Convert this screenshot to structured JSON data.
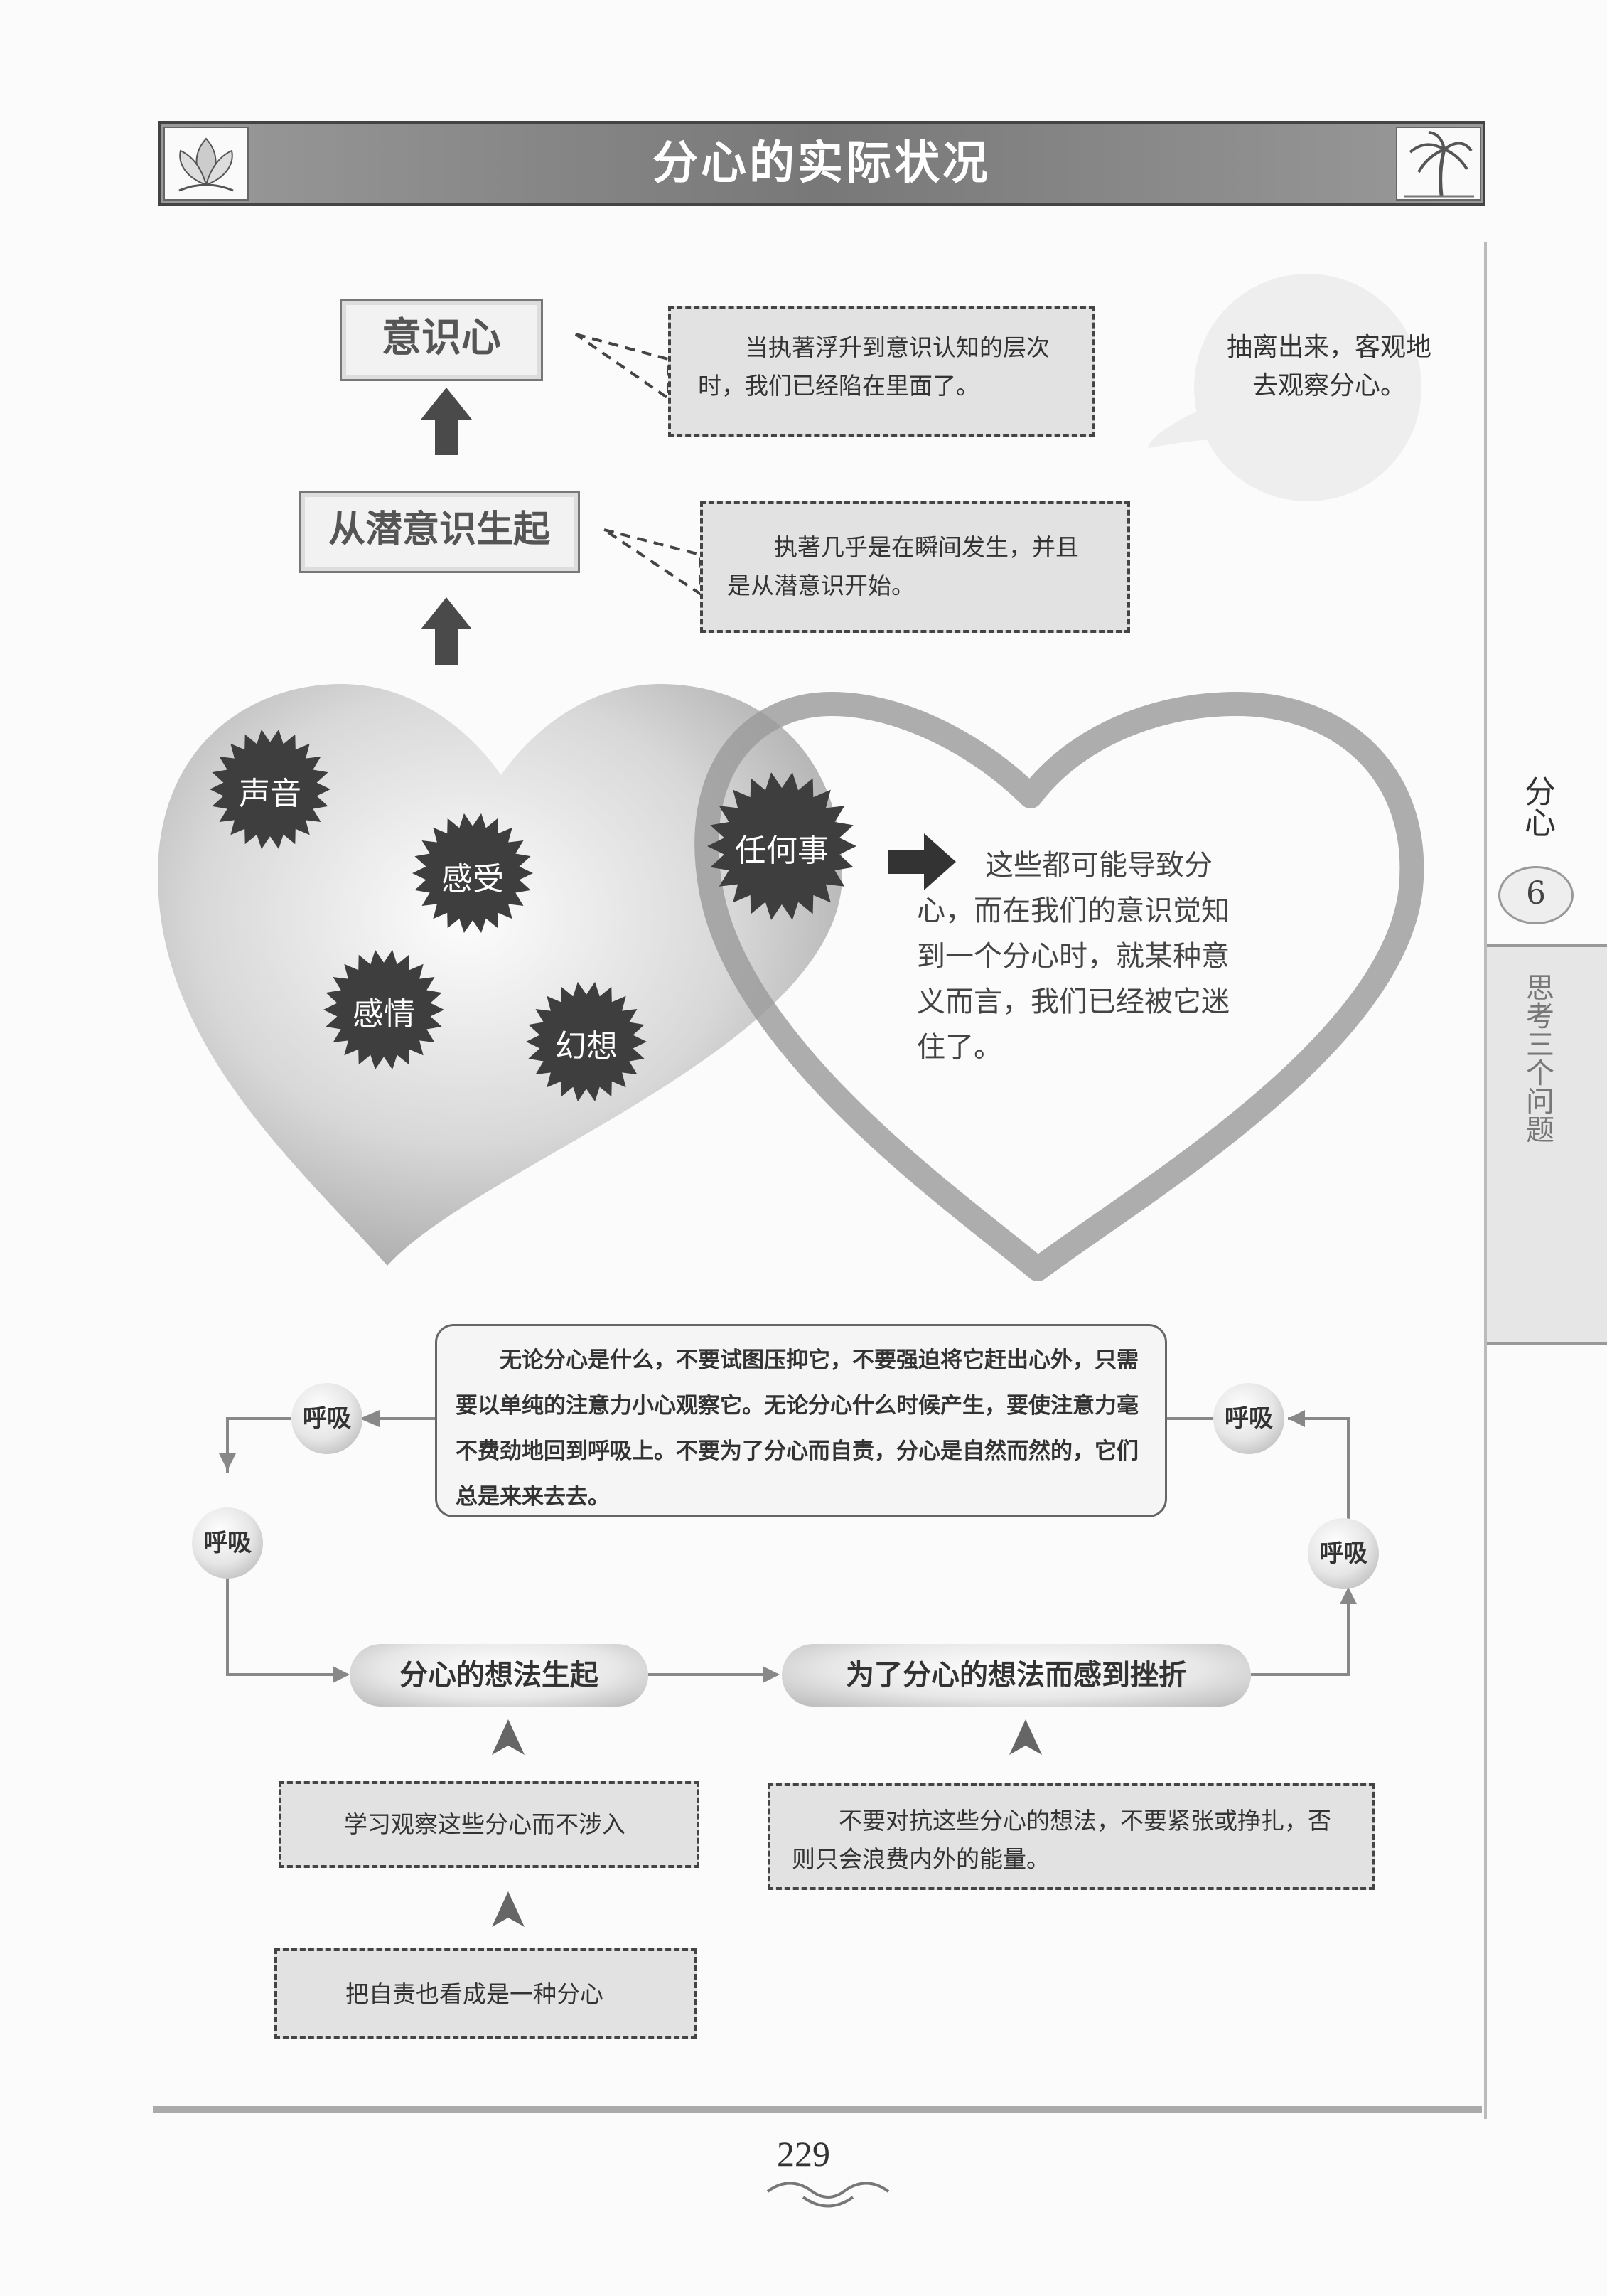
{
  "header": {
    "title": "分心的实际状况"
  },
  "sidebar": {
    "label": "分心",
    "chapter_number": "6",
    "section": "思考三个问题"
  },
  "top_flow": {
    "conscious_mind": "意识心",
    "from_subconscious": "从潜意识生起",
    "note_1": "当执著浮升到意识认知的层次时，我们已经陷在里面了。",
    "note_2": "执著几乎是在瞬间发生，并且是从潜意识开始。",
    "speech_bubble": "抽离出来，客观地去观察分心。"
  },
  "heart": {
    "bursts": [
      "声音",
      "感受",
      "感情",
      "幻想",
      "任何事"
    ],
    "text": "这些都可能导致分心，而在我们的意识觉知到一个分心时，就某种意义而言，我们已经被它迷住了。"
  },
  "cycle": {
    "center_text": "无论分心是什么，不要试图压抑它，不要强迫将它赶出心外，只需要以单纯的注意力小心观察它。无论分心什么时候产生，要使注意力毫不费劲地回到呼吸上。不要为了分心而自责，分心是自然而然的，它们总是来来去去。",
    "breath_label": "呼吸",
    "step_1": "分心的想法生起",
    "step_2": "为了分心的想法而感到挫折",
    "tip_1": "学习观察这些分心而不涉入",
    "tip_2": "把自责也看成是一种分心",
    "tip_3": "不要对抗这些分心的想法，不要紧张或挣扎，否则只会浪费内外的能量。"
  },
  "footer": {
    "page_number": "229"
  }
}
